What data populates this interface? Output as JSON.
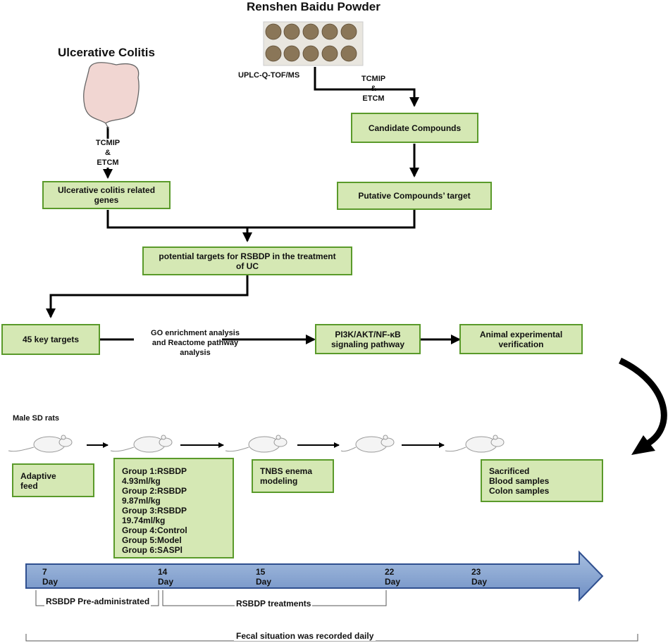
{
  "titles": {
    "powder": "Renshen Baidu Powder",
    "disease": "Ulcerative Colitis"
  },
  "labels": {
    "uplc": "UPLC-Q-TOF/MS",
    "tcmip_right": "TCMIP\n&\nETCM",
    "tcmip_left": "TCMIP\n&\nETCM",
    "go_analysis": "GO enrichment analysis\nand Reactome pathway\nanalysis",
    "male_rats": "Male SD rats"
  },
  "boxes": {
    "candidate": "Candidate Compounds",
    "putative": "Putative Compounds’ target",
    "uc_genes": "Ulcerative colitis related\ngenes",
    "potential": "potential targets for RSBDP in the treatment\nof UC",
    "key_targets": "45 key targets",
    "pathway": "PI3K/AKT/NF-κB\nsignaling pathway",
    "animal": "Animal experimental\nverification",
    "adaptive": "Adaptive\nfeed",
    "groups": "Group 1:RSBDP\n4.93ml/kg\nGroup 2:RSBDP\n9.87ml/kg\nGroup 3:RSBDP\n19.74ml/kg\nGroup 4:Control\nGroup 5:Model\nGroup 6:SASPl",
    "tnbs": "TNBS enema\nmodeling",
    "sacrificed": "Sacrificed\nBlood samples\nColon samples"
  },
  "timeline": {
    "days": [
      {
        "num": "7",
        "unit": "Day"
      },
      {
        "num": "14",
        "unit": "Day"
      },
      {
        "num": "15",
        "unit": "Day"
      },
      {
        "num": "22",
        "unit": "Day"
      },
      {
        "num": "23",
        "unit": "Day"
      }
    ],
    "pre_admin": "RSBDP Pre-administrated",
    "treatments": "RSBDP treatments",
    "fecal": "Fecal situation was recorded daily"
  },
  "colors": {
    "box_fill": "#d5e8b4",
    "box_border": "#5a9a2a",
    "timeline_fill": "#7f9fcf",
    "timeline_border": "#2f4f8f"
  }
}
